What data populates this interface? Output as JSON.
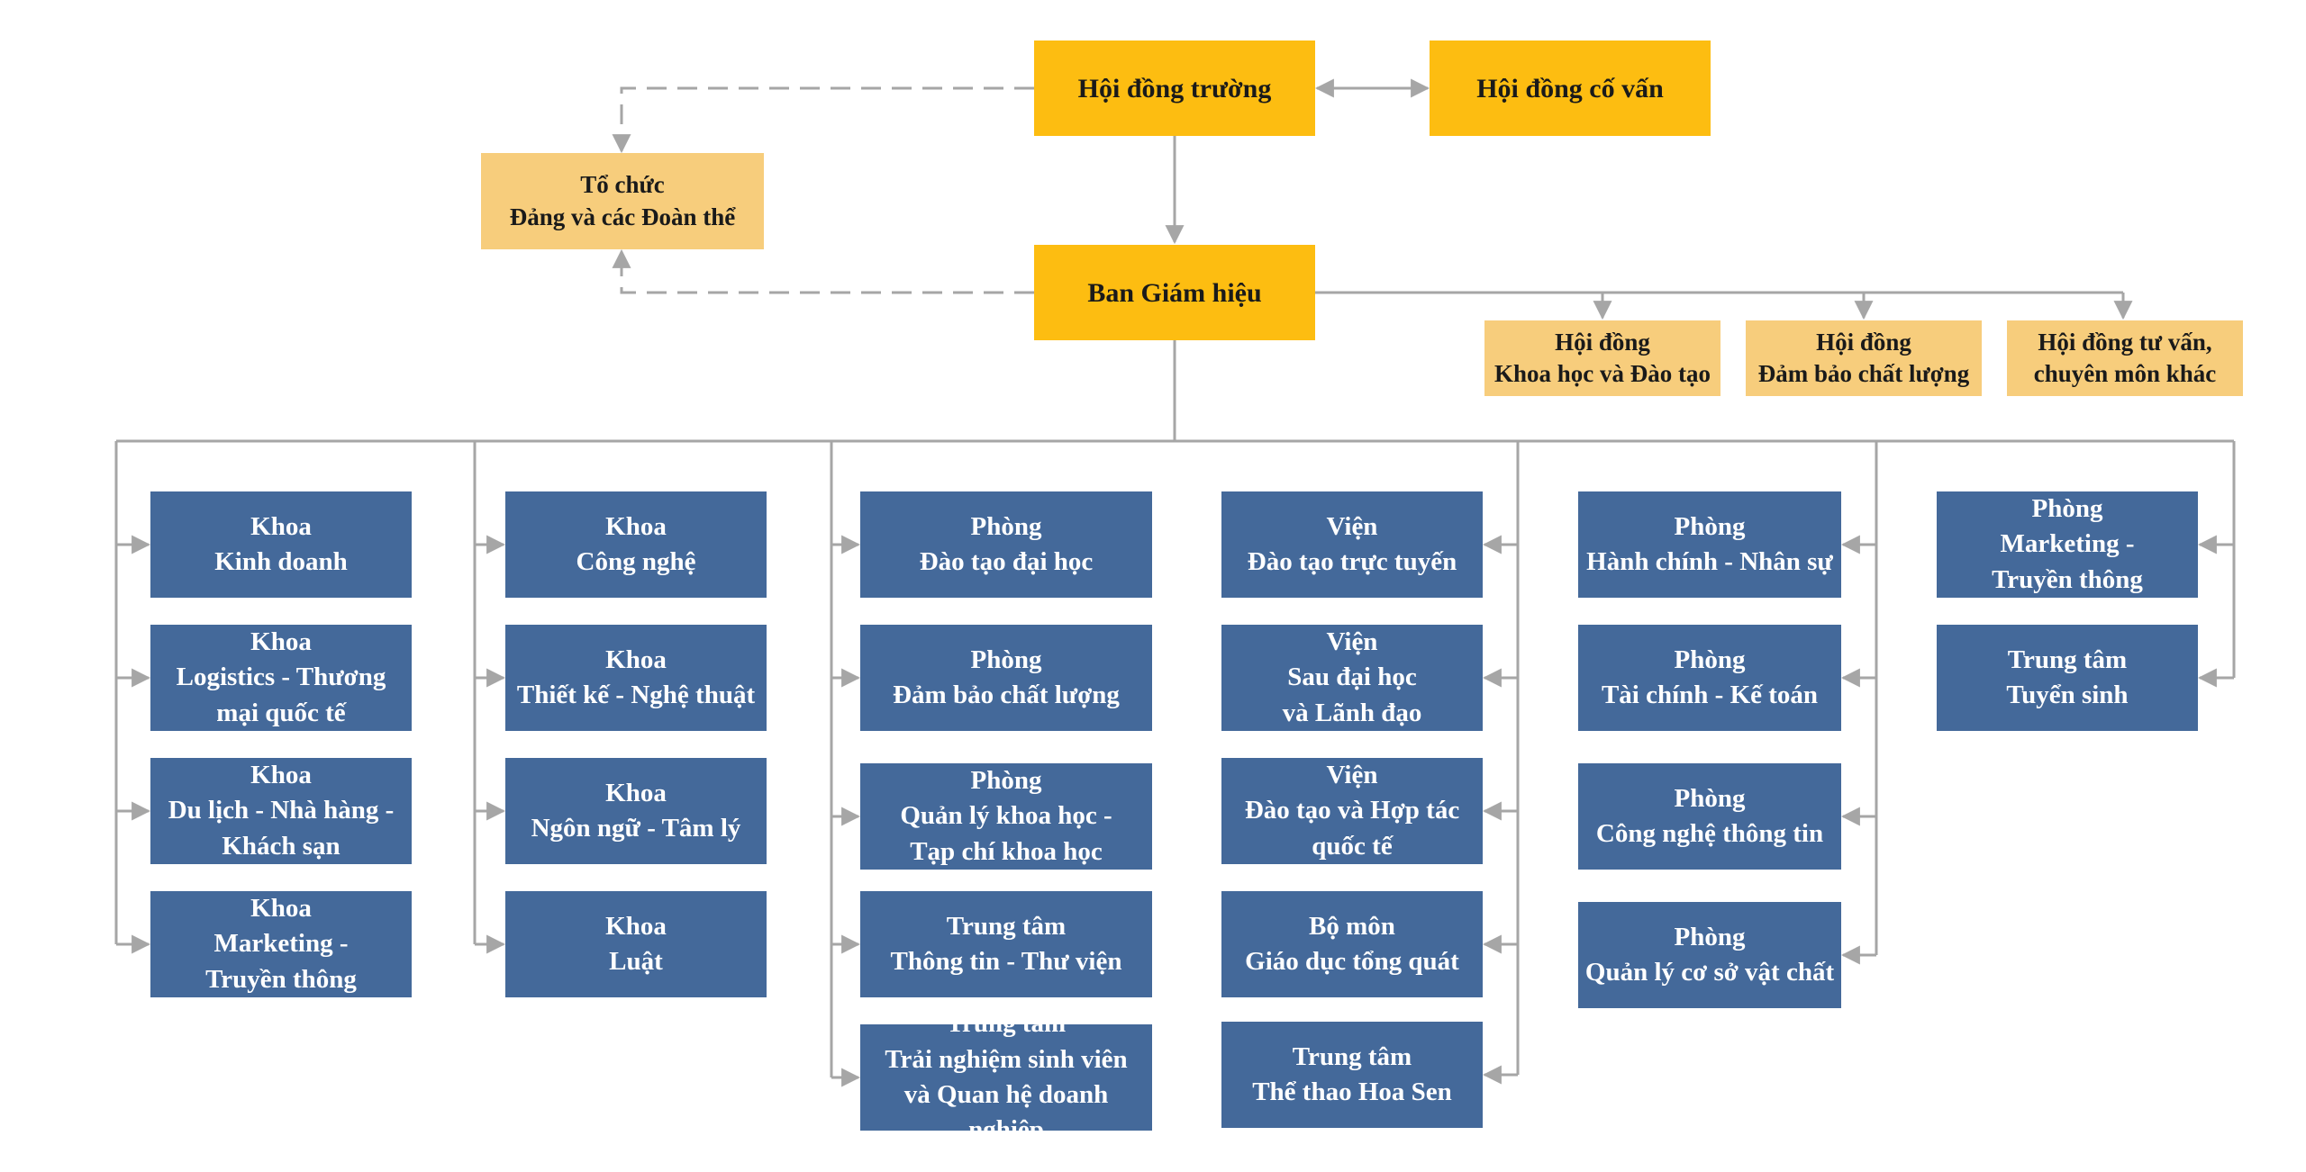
{
  "colors": {
    "leadership": "#fdbd11",
    "council": "#f7cd7c",
    "unit": "#44699a",
    "connector": "#a6a6a6",
    "unit_text": "#ffffff"
  },
  "top": {
    "board": "Hội đồng trường",
    "advisory": "Hội đồng cố vấn",
    "party": "Tổ chức\nĐảng và các Đoàn thể",
    "rectorate": "Ban Giám hiệu"
  },
  "councils": [
    "Hội đồng\nKhoa học và Đào tạo",
    "Hội đồng\nĐảm bảo chất lượng",
    "Hội đồng tư vấn,\nchuyên môn khác"
  ],
  "columns": [
    {
      "units": [
        "Khoa\nKinh doanh",
        "Khoa\nLogistics - Thương\nmại quốc tế",
        "Khoa\nDu lịch - Nhà hàng -\nKhách sạn",
        "Khoa\nMarketing -\nTruyền thông"
      ]
    },
    {
      "units": [
        "Khoa\nCông nghệ",
        "Khoa\nThiết kế - Nghệ thuật",
        "Khoa\nNgôn ngữ - Tâm lý",
        "Khoa\nLuật"
      ]
    },
    {
      "units": [
        "Phòng\nĐào tạo đại học",
        "Phòng\nĐảm bảo chất lượng",
        "Phòng\nQuản lý khoa học -\nTạp chí khoa học",
        "Trung tâm\nThông tin - Thư viện",
        "Trung tâm\nTrải nghiệm sinh viên\nvà Quan hệ doanh nghiệp"
      ]
    },
    {
      "units": [
        "Viện\nĐào tạo trực tuyến",
        "Viện\nSau đại học\nvà Lãnh đạo",
        "Viện\nĐào tạo và Hợp tác\nquốc tế",
        "Bộ môn\nGiáo dục tổng quát",
        "Trung tâm\nThể thao Hoa Sen"
      ]
    },
    {
      "units": [
        "Phòng\nHành chính - Nhân sự",
        "Phòng\nTài chính - Kế toán",
        "Phòng\nCông nghệ thông tin",
        "Phòng\nQuản lý cơ sở vật chất"
      ]
    },
    {
      "units": [
        "Phòng\nMarketing -\nTruyền thông",
        "Trung tâm\nTuyển sinh"
      ]
    }
  ]
}
